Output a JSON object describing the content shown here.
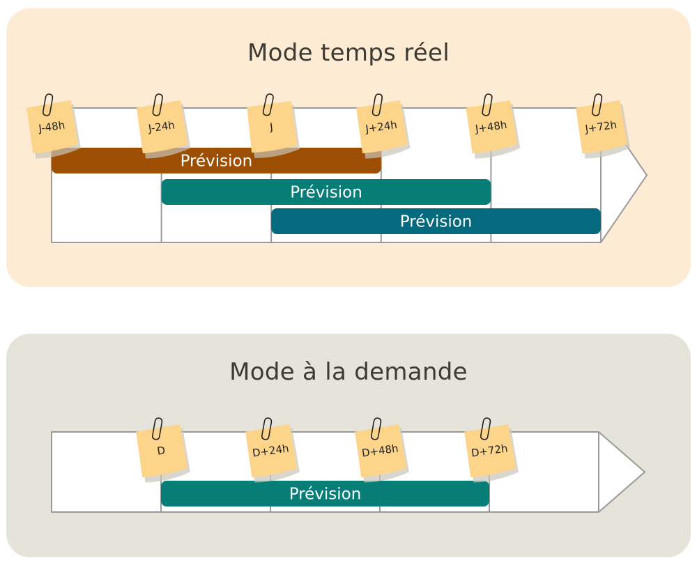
{
  "colors": {
    "realtime_panel_bg": "#fdebd3",
    "ondemand_panel_bg": "#e5e3da",
    "title_text": "#3b3a33",
    "grid_line": "#9a9a9a",
    "note_fill": "#fdd58a",
    "note_shadow": "#c9c4b8",
    "bar_brown": "#9c4f03",
    "bar_teal": "#077d78",
    "bar_blue": "#066a7f"
  },
  "realtime": {
    "title": "Mode temps réel",
    "ticks": [
      "J-48h",
      "J-24h",
      "J",
      "J+24h",
      "J+48h",
      "J+72h"
    ],
    "forecasts": [
      {
        "label": "Prévision",
        "start_tick": 0,
        "end_tick": 3,
        "color_key": "bar_brown"
      },
      {
        "label": "Prévision",
        "start_tick": 1,
        "end_tick": 4,
        "color_key": "bar_teal"
      },
      {
        "label": "Prévision",
        "start_tick": 2,
        "end_tick": 5,
        "color_key": "bar_blue"
      }
    ]
  },
  "ondemand": {
    "title": "Mode à la demande",
    "ticks": [
      "D",
      "D+24h",
      "D+48h",
      "D+72h"
    ],
    "forecasts": [
      {
        "label": "Prévision",
        "start_tick": 0,
        "end_tick": 3,
        "color_key": "bar_teal"
      }
    ]
  }
}
